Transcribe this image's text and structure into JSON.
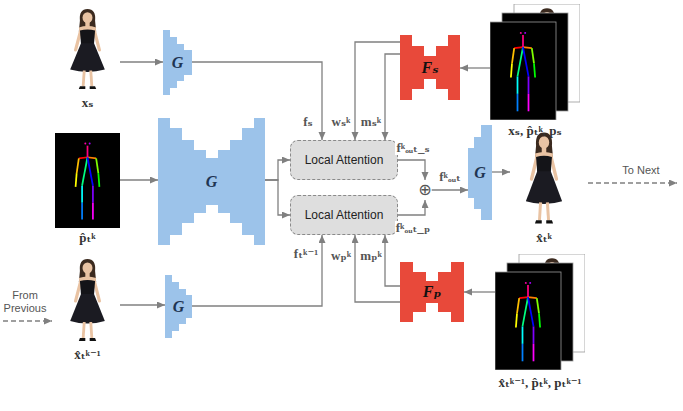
{
  "diagram": {
    "nodes": [
      {
        "text": [
          "xₛ"
        ]
      },
      {
        "text": [
          "G"
        ]
      },
      {
        "text": [
          "Fₛ"
        ]
      },
      {
        "text": [
          "xₛ,  p̂ₜᵏ,  pₛ"
        ]
      },
      {
        "text": [
          "p̂ₜᵏ"
        ]
      },
      {
        "text": [
          "G"
        ]
      },
      {
        "text": [
          "Local Attention"
        ]
      },
      {
        "text": [
          "⊕"
        ]
      },
      {
        "text": [
          "G"
        ]
      },
      {
        "text": [
          "x̂ₜᵏ"
        ]
      },
      {
        "text": [
          "Local Attention"
        ]
      },
      {
        "text": [
          "x̂ₜᵏ⁻¹"
        ]
      },
      {
        "text": [
          "G"
        ]
      },
      {
        "text": [
          "Fₚ"
        ]
      },
      {
        "text": [
          "x̂ₜᵏ⁻¹,  p̂ₜᵏ,  pₜᵏ⁻¹"
        ]
      }
    ],
    "edges": [
      {
        "from": 0,
        "to": 1,
        "arrow": "to"
      },
      {
        "from": 1,
        "to": 6,
        "label": "fₛ",
        "arrow": "to"
      },
      {
        "from": 3,
        "to": 2,
        "arrow": "to"
      },
      {
        "from": 2,
        "to": 6,
        "label": "wₛᵏ",
        "arrow": "to"
      },
      {
        "from": 2,
        "to": 6,
        "label": "mₛᵏ",
        "arrow": "to"
      },
      {
        "from": 4,
        "to": 5,
        "arrow": "to"
      },
      {
        "from": 5,
        "to": 6,
        "arrow": "to"
      },
      {
        "from": 5,
        "to": 10,
        "arrow": "to"
      },
      {
        "from": 6,
        "to": 7,
        "label": "fᵏₒᵤₜ_ₛ",
        "arrow": "to"
      },
      {
        "from": 10,
        "to": 7,
        "label": "fᵏₒᵤₜ_ₚ",
        "arrow": "to"
      },
      {
        "from": 7,
        "to": 8,
        "label": "fᵏₒᵤₜ",
        "arrow": "to"
      },
      {
        "from": 8,
        "to": 9,
        "arrow": "to"
      },
      {
        "from": 11,
        "to": 12,
        "arrow": "to"
      },
      {
        "from": 12,
        "to": 10,
        "label": "fₜᵏ⁻¹",
        "arrow": "to"
      },
      {
        "from": 14,
        "to": 13,
        "arrow": "to"
      },
      {
        "from": 13,
        "to": 10,
        "label": "wₚᵏ",
        "arrow": "to"
      },
      {
        "from": 13,
        "to": 10,
        "label": "mₚᵏ",
        "arrow": "to"
      }
    ],
    "labels": [
      "From Previous",
      "To Next"
    ]
  }
}
